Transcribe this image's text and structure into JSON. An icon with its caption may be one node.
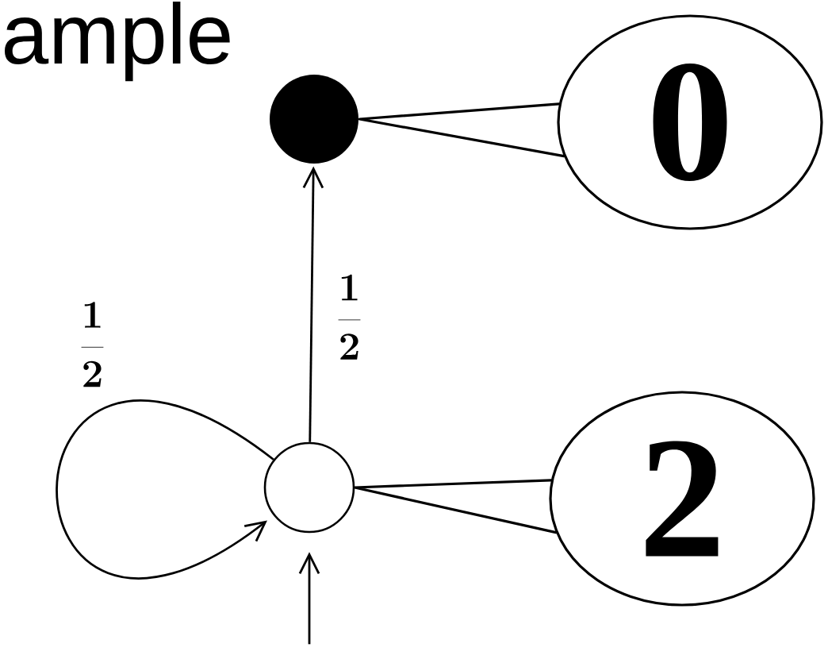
{
  "diagram": {
    "nodes": [
      {
        "text": [],
        "shape": "dot"
      },
      {
        "text": [],
        "shape": "circle"
      },
      {
        "text": [
          "0"
        ]
      },
      {
        "text": [
          "2"
        ]
      }
    ],
    "edges": [
      {
        "from": 1,
        "to": 0,
        "arrow": "to",
        "label": "\\frac{1}{2}"
      },
      {
        "from": 1,
        "to": 1,
        "arrow": "to",
        "label": "\\frac{1}{2}"
      },
      {
        "from": null,
        "to": 1,
        "arrow": "to"
      },
      {
        "from": 2,
        "to": 0,
        "arrow": "none"
      },
      {
        "from": 3,
        "to": 1,
        "arrow": "none"
      }
    ],
    "labels": [
      "ample"
    ]
  }
}
